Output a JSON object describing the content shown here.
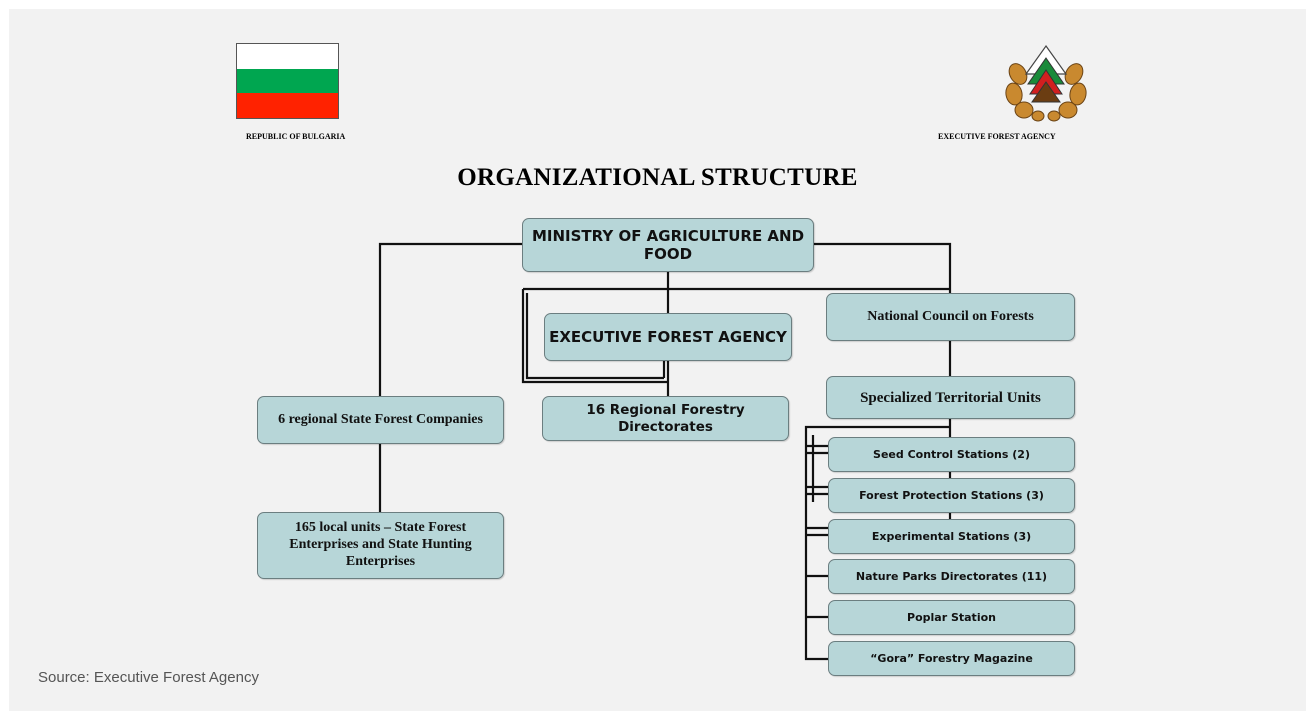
{
  "header": {
    "left_caption": "REPUBLIC OF BULGARIA",
    "right_caption": "EXECUTIVE FOREST AGENCY",
    "flag_colors": [
      "#ffffff",
      "#00a650",
      "#ff2200"
    ]
  },
  "title": "ORGANIZATIONAL STRUCTURE",
  "nodes": {
    "ministry": "MINISTRY OF AGRICULTURE AND FOOD",
    "agency": "EXECUTIVE FOREST AGENCY",
    "council": "National Council on Forests",
    "regional_companies": "6 regional State Forest Companies",
    "regional_directorates": "16 Regional Forestry Directorates",
    "specialized_units": "Specialized Territorial Units",
    "local_units": "165 local units – State Forest Enterprises and State Hunting Enterprises",
    "seed_control": "Seed Control Stations (2)",
    "forest_protection": "Forest Protection Stations (3)",
    "experimental": "Experimental Stations (3)",
    "nature_parks": "Nature Parks Directorates (11)",
    "poplar": "Poplar Station",
    "magazine": "“Gora” Forestry Magazine"
  },
  "source": "Source: Executive Forest Agency",
  "colors": {
    "box_fill": "#b7d6d8",
    "box_border": "#6b7e80",
    "panel": "#f2f2f2"
  }
}
